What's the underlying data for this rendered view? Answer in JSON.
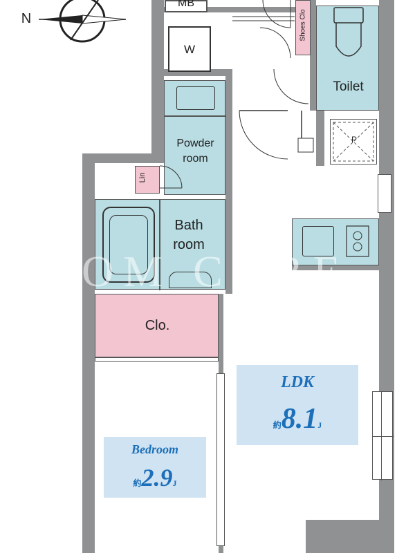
{
  "plan": {
    "compass_letter": "N",
    "mb_label": "MB",
    "w_label": "W",
    "shoes_label": "Shoes Clo",
    "toilet_label": "Toilet",
    "powder_label_1": "Powder",
    "powder_label_2": "room",
    "lin_label": "Lin",
    "p_label": "P",
    "bath_label_1": "Bath",
    "bath_label_2": "room",
    "clo_label": "Clo.",
    "watermark": "OM CORE",
    "ldk": {
      "title": "LDK",
      "value": "8.1",
      "unit_pre": "約",
      "unit_post": "J"
    },
    "bedroom": {
      "title": "Bedroom",
      "value": "2.9",
      "unit_pre": "約",
      "unit_post": "J"
    }
  },
  "colors": {
    "wall": "#8f9193",
    "wet_area": "#b9dde3",
    "closet": "#f3c5d1",
    "badge_bg": "#cfe3f3",
    "badge_text": "#1c6fb8"
  }
}
